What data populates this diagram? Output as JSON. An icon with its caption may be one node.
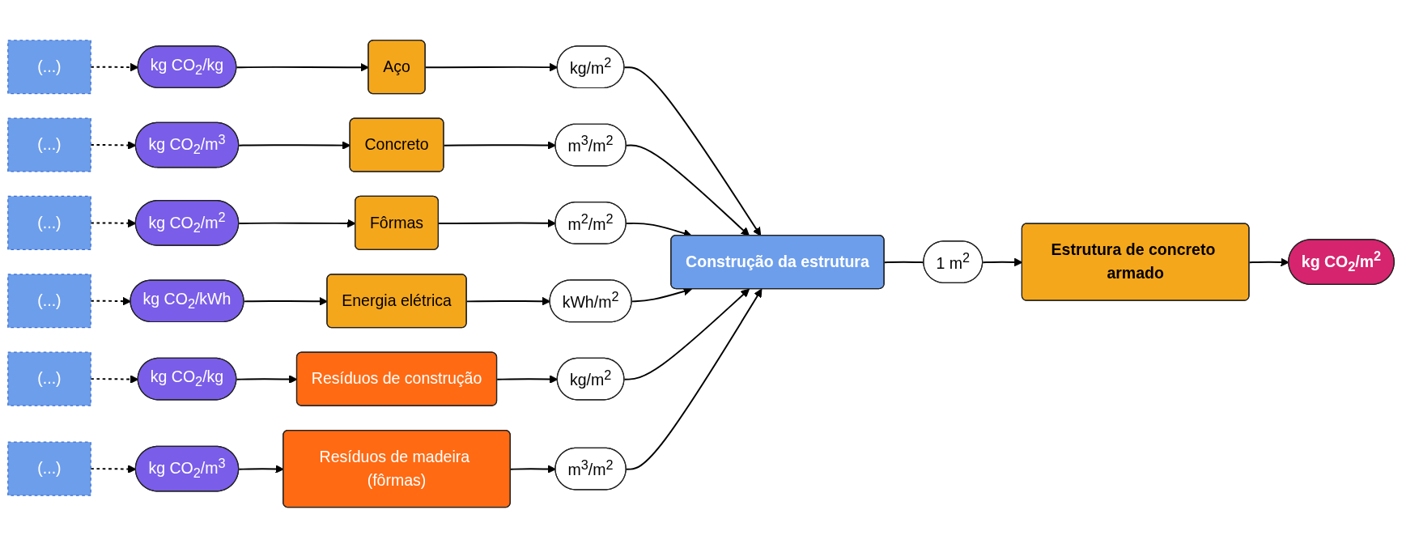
{
  "diagram": {
    "nodes": [
      {
        "text": [
          "(...)"
        ]
      },
      {
        "text": [
          "kg CO$_{2}$/kg"
        ]
      },
      {
        "text": [
          "Aço"
        ]
      },
      {
        "text": [
          "kg/m$^{2}$"
        ]
      },
      {
        "text": [
          "(...)"
        ]
      },
      {
        "text": [
          "kg CO$_{2}$/m$^{3}$"
        ]
      },
      {
        "text": [
          "Concreto"
        ]
      },
      {
        "text": [
          "m$^{3}$/m$^{2}$"
        ]
      },
      {
        "text": [
          "(...)"
        ]
      },
      {
        "text": [
          "kg CO$_{2}$/m$^{2}$"
        ]
      },
      {
        "text": [
          "Fôrmas"
        ]
      },
      {
        "text": [
          "m$^{2}$/m$^{2}$"
        ]
      },
      {
        "text": [
          "(...)"
        ]
      },
      {
        "text": [
          "kg CO$_{2}$/kWh"
        ]
      },
      {
        "text": [
          "Energia elétrica"
        ]
      },
      {
        "text": [
          "kWh/m$^{2}$"
        ]
      },
      {
        "text": [
          "Construção da estrutura"
        ]
      },
      {
        "text": [
          "kg/m$^{2}$"
        ]
      },
      {
        "text": [
          "Resíduos de construção"
        ]
      },
      {
        "text": [
          "kg CO$_{2}$/kg"
        ]
      },
      {
        "text": [
          "(...)"
        ]
      },
      {
        "text": [
          "1 m$^{2}$"
        ]
      },
      {
        "text": [
          "Estrutura de concreto armado"
        ]
      },
      {
        "text": [
          "kg CO$_{2}$/m$^{2}$"
        ]
      },
      {
        "text": [
          "m$^{3}$/m$^{2}$"
        ]
      },
      {
        "text": [
          "Resíduos de madeira (fôrmas)"
        ]
      },
      {
        "text": [
          "kg CO$_{2}$/m$^{3}$"
        ]
      },
      {
        "text": [
          "(...)"
        ]
      }
    ],
    "edges": [
      {
        "from": 0,
        "to": 1,
        "arrow": "to",
        "style": "dashed"
      },
      {
        "from": 1,
        "to": 2,
        "arrow": "to"
      },
      {
        "from": 2,
        "to": 3,
        "arrow": "to"
      },
      {
        "from": 4,
        "to": 5,
        "arrow": "to",
        "style": "dashed"
      },
      {
        "from": 5,
        "to": 6,
        "arrow": "to"
      },
      {
        "from": 6,
        "to": 7,
        "arrow": "to"
      },
      {
        "from": 8,
        "to": 9,
        "arrow": "to",
        "style": "dashed"
      },
      {
        "from": 9,
        "to": 10,
        "arrow": "to"
      },
      {
        "from": 10,
        "to": 11,
        "arrow": "to"
      },
      {
        "from": 12,
        "to": 13,
        "arrow": "to",
        "style": "dashed"
      },
      {
        "from": 13,
        "to": 14,
        "arrow": "to"
      },
      {
        "from": 14,
        "to": 15,
        "arrow": "to"
      },
      {
        "from": 3,
        "to": 16,
        "arrow": "to"
      },
      {
        "from": 7,
        "to": 16,
        "arrow": "to"
      },
      {
        "from": 11,
        "to": 16,
        "arrow": "to"
      },
      {
        "from": 15,
        "to": 16,
        "arrow": "to"
      },
      {
        "from": 20,
        "to": 19,
        "arrow": "to",
        "style": "dashed"
      },
      {
        "from": 19,
        "to": 18,
        "arrow": "to"
      },
      {
        "from": 18,
        "to": 17,
        "arrow": "to"
      },
      {
        "from": 17,
        "to": 16,
        "arrow": "to"
      },
      {
        "from": 16,
        "to": 21,
        "arrow": "none"
      },
      {
        "from": 21,
        "to": 22,
        "arrow": "to"
      },
      {
        "from": 22,
        "to": 23,
        "arrow": "to"
      },
      {
        "from": 27,
        "to": 26,
        "arrow": "to",
        "style": "dashed"
      },
      {
        "from": 26,
        "to": 25,
        "arrow": "to"
      },
      {
        "from": 25,
        "to": 24,
        "arrow": "to"
      },
      {
        "from": 24,
        "to": 16,
        "arrow": "to"
      }
    ]
  }
}
